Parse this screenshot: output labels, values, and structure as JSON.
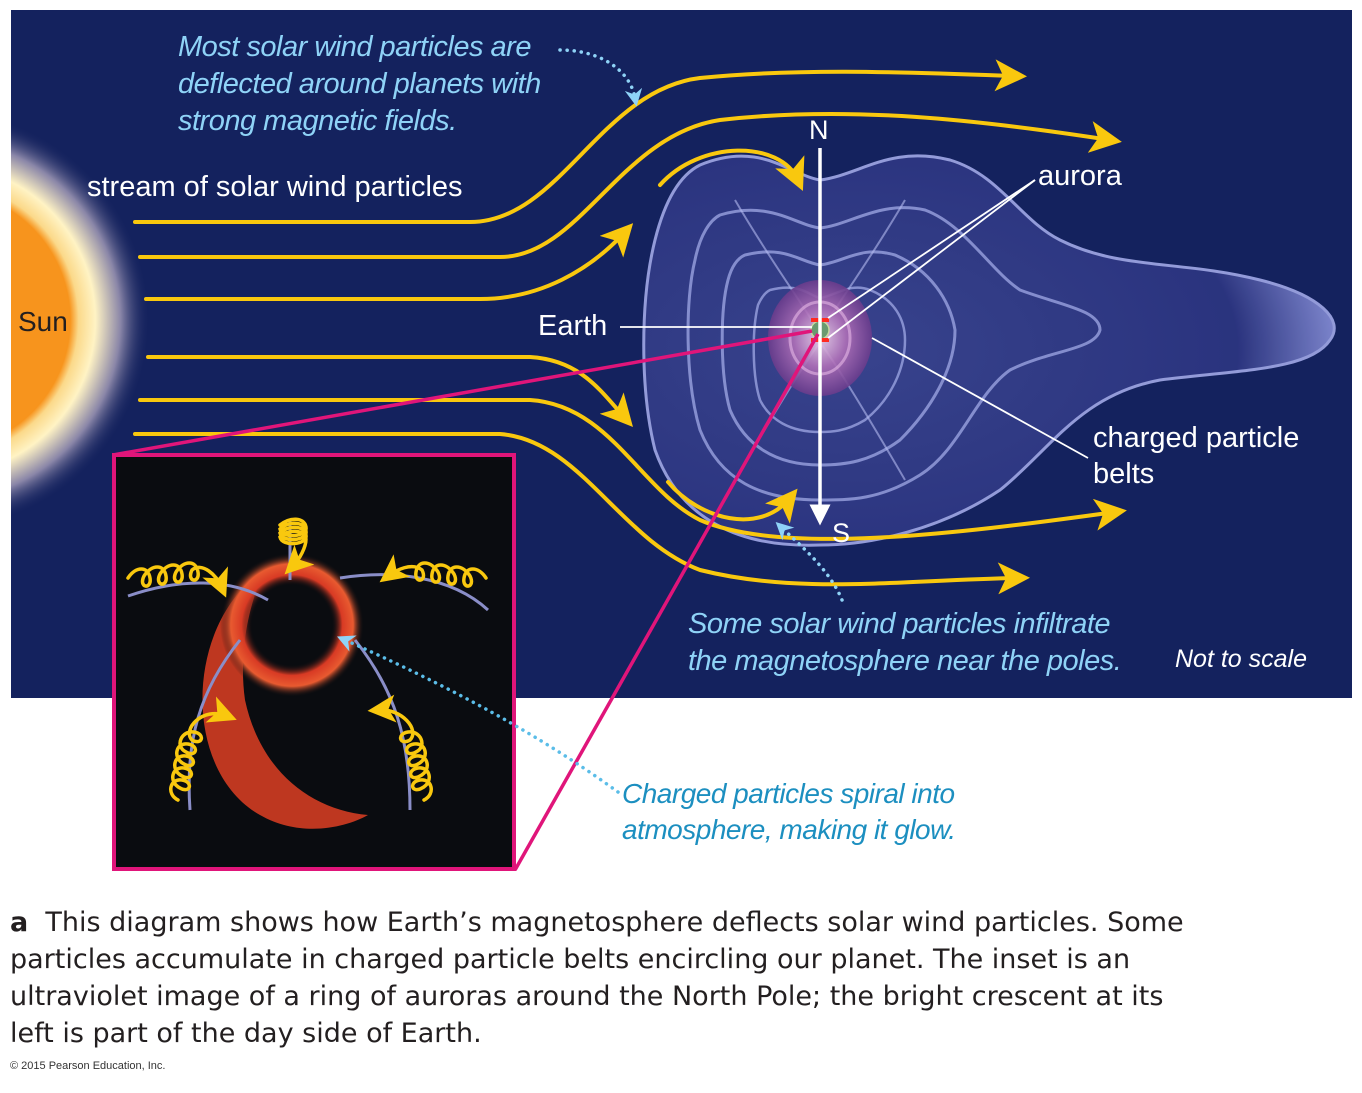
{
  "figure": {
    "panel_letter": "a",
    "caption": "This diagram shows how Earth’s magnetosphere deflects solar wind particles. Some particles accumulate in charged particle belts encircling our planet. The inset is an ultraviolet image of a ring of auroras around the North Pole; the bright crescent at its left is part of the day side of Earth.",
    "caption_lines": [
      "This diagram shows how Earth’s magnetosphere deflects solar wind particles. Some",
      "particles accumulate in charged particle belts encircling our planet. The inset is an",
      "ultraviolet image of a ring of auroras around the North Pole; the bright crescent at its",
      "left is part of the day side of Earth."
    ],
    "copyright": "© 2015 Pearson Education, Inc."
  },
  "labels": {
    "sun": "Sun",
    "stream": "stream of solar wind particles",
    "earth": "Earth",
    "north": "N",
    "south": "S",
    "aurora": "aurora",
    "belts_line1": "charged particle",
    "belts_line2": "belts",
    "not_to_scale": "Not to scale"
  },
  "annotations": {
    "deflected": [
      "Most solar wind particles are",
      "deflected around planets with",
      "strong magnetic fields."
    ],
    "infiltrate": [
      "Some solar wind particles infiltrate",
      "the magnetosphere near the poles."
    ],
    "spiral": [
      "Charged particles spiral into",
      "atmosphere, making it glow."
    ]
  },
  "inset": {
    "description": "ultraviolet image of auroral ring around North Pole"
  },
  "colors": {
    "space": "#14225e",
    "sun": "#f7941d",
    "particle_path": "#f9c80e",
    "magnetosphere": "#6a72c0",
    "inset_frame": "#e0157a",
    "aurora_glow": "#e0452a",
    "annotation_blue": "#8fd3f7",
    "annotation_teal": "#1c8fc0"
  }
}
